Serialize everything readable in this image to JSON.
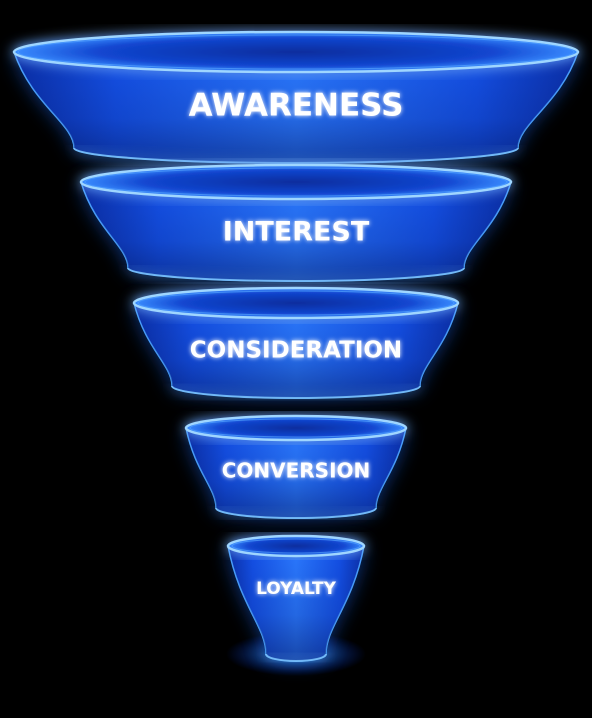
{
  "funnel": {
    "stages": [
      {
        "label": "AWARENESS"
      },
      {
        "label": "INTEREST"
      },
      {
        "label": "CONSIDERATION"
      },
      {
        "label": "CONVERSION"
      },
      {
        "label": "LOYALTY"
      }
    ]
  },
  "colors": {
    "background": "#000000",
    "body_light": "#1f6dff",
    "body_dark": "#0a2a9a",
    "rim": "#6fb8ff",
    "glow": "#2f8cff",
    "text": "#ffffff"
  }
}
